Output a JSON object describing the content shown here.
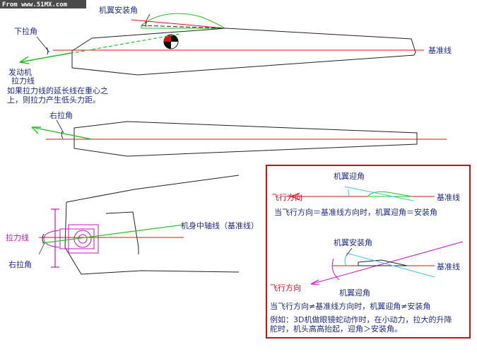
{
  "watermark": "From www.51MX.com",
  "top_view": {
    "wing_incidence_label": "机翼安装角",
    "down_thrust_label": "下拉角",
    "baseline_label": "基准线",
    "engine_thrust_label_1": "发动机",
    "engine_thrust_label_2": "拉力线",
    "note_line_1": "如果拉力线的延长线在重心之",
    "note_line_2": "上，则拉力产生低头力距。"
  },
  "middle_view": {
    "right_thrust_label": "右拉角"
  },
  "plan_view": {
    "fuselage_axis_label": "机身中轴线（基准线）",
    "thrust_line_label": "拉力线",
    "right_thrust_label": "右拉角"
  },
  "inset": {
    "aoa_label_top": "机翼迎角",
    "flight_dir_label_top": "飞行方向",
    "baseline_label_top": "基准线",
    "caption_top": "当飞行方向＝基准线方向时，机翼迎角＝安装角",
    "incidence_label": "机翼安装角",
    "baseline_label_bottom": "基准线",
    "flight_dir_label_bottom": "飞行方向",
    "aoa_label_bottom": "机翼迎角",
    "caption_bottom": "当飞行方向≠基准线方向时，机翼迎角≠安装角",
    "example_line_1": "例如：3D机做眼镜蛇动作时，在小动力，拉大的升降",
    "example_line_2": "舵时，机头高高抬起，迎角＞安装角。"
  },
  "colors": {
    "label": "#1f2a8a",
    "red_line": "#e0101a",
    "green_line": "#22c422",
    "cyan_line": "#33c8e8",
    "magenta": "#d010c8",
    "frame": "#cc1111"
  }
}
